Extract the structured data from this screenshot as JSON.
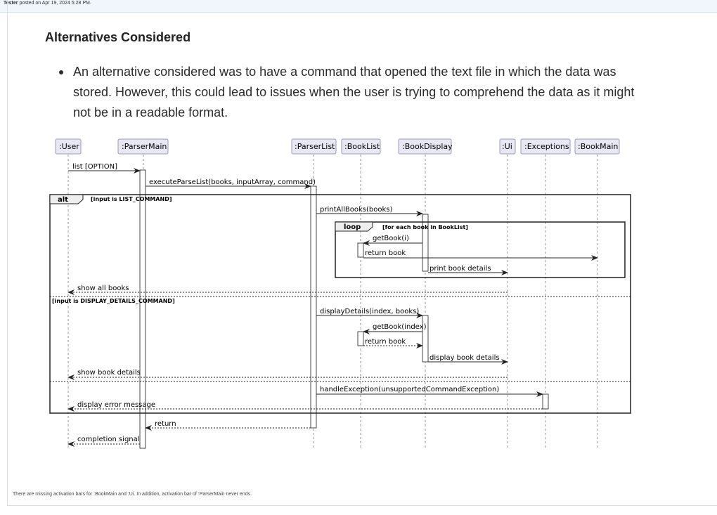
{
  "post": {
    "author": "Tester",
    "meta": "posted on Apr 19, 2024 5:28 PM."
  },
  "section": {
    "heading": "Alternatives Considered",
    "bullets": [
      "An alternative considered was to have a command that opened the text file in which the data was stored. However, this could lead to issues when the user is trying to comprehend the data as it might not be in a readable format."
    ]
  },
  "diagram": {
    "participants": [
      ":User",
      ":ParserMain",
      ":ParserList",
      ":BookList",
      ":BookDisplay",
      ":Ui",
      ":Exceptions",
      ":BookMain"
    ],
    "messages": {
      "m1": "list [OPTION]",
      "m2": "executeParseList(books, inputArray, command)",
      "m3": "printAllBooks(books)",
      "m4": "getBook(i)",
      "m5": "return book",
      "m6": "print book details",
      "m7": "show all books",
      "m8": "displayDetails(index, books)",
      "m9": "getBook(index)",
      "m10": "return book",
      "m11": "display book details",
      "m12": "show book details",
      "m13": "handleException(unsupportedCommandException)",
      "m14": "display error message",
      "m15": "return",
      "m16": "completion signal"
    },
    "fragments": {
      "alt_label": "alt",
      "alt_guard1": "[input is LIST_COMMAND]",
      "alt_guard2": "[input is DISPLAY_DETAILS_COMMAND]",
      "loop_label": "loop",
      "loop_guard": "[for each book in BookList]"
    }
  },
  "footnote": "There are missing activation bars for :BookMain and :Ui. In addition, activation bar of :ParserMain never ends."
}
